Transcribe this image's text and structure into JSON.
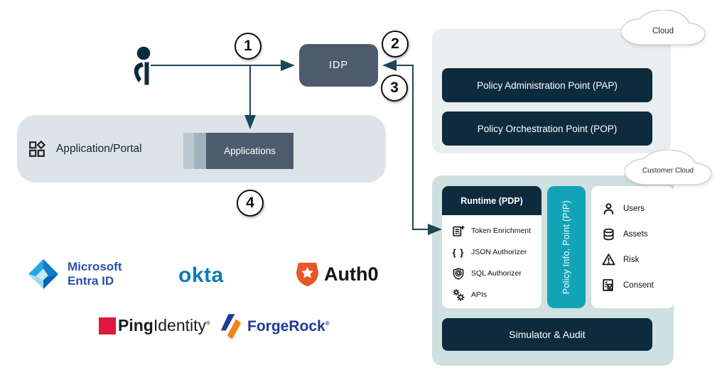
{
  "colors": {
    "navy_box": "#0e2b3d",
    "slate_box": "#4e5b6d",
    "pip_teal": "#12a4b6",
    "cloud_panel_bg": "#e9eef1",
    "customer_panel_bg": "#cfe0e0",
    "app_panel_bg": "#dde4e9",
    "arrow": "#1d4557",
    "okta_blue": "#0e7ab8",
    "entra_blue": "#2a4fae",
    "auth0_orange": "#e8562a",
    "ping_red": "#e0173f",
    "forgerock_navy": "#1e3a94"
  },
  "actor": {
    "icon": "person-icon"
  },
  "idp": {
    "label": "IDP"
  },
  "steps": {
    "s1": "1",
    "s2": "2",
    "s3": "3",
    "s4": "4"
  },
  "application_portal": {
    "icon": "app-grid-icon",
    "label": "Application/Portal",
    "applications_label": "Applications"
  },
  "cloud_zone": {
    "cloud_label": "Cloud",
    "pap_label": "Policy Administration Point (PAP)",
    "pop_label": "Policy Orchestration Point (POP)"
  },
  "customer_zone": {
    "cloud_label": "Customer Cloud",
    "runtime": {
      "title": "Runtime (PDP)",
      "items": [
        {
          "icon": "token-enrichment-icon",
          "label": "Token Enrichment"
        },
        {
          "icon": "json-braces-icon",
          "label": "JSON Authorizer"
        },
        {
          "icon": "sql-shield-icon",
          "label": "SQL Authorizer"
        },
        {
          "icon": "gears-icon",
          "label": "APIs"
        }
      ]
    },
    "pip_label": "Policy Info. Point (PIP)",
    "sources": [
      {
        "icon": "user-icon",
        "label": "Users"
      },
      {
        "icon": "database-icon",
        "label": "Assets"
      },
      {
        "icon": "warning-triangle-icon",
        "label": "Risk"
      },
      {
        "icon": "consent-doc-icon",
        "label": "Consent"
      }
    ],
    "simulator_label": "Simulator & Audit"
  },
  "vendors": {
    "microsoft": {
      "line1": "Microsoft",
      "line2": "Entra ID"
    },
    "okta": {
      "label": "okta"
    },
    "auth0": {
      "label": "Auth0"
    },
    "ping": {
      "bold": "Ping",
      "regular": "Identity",
      "reg_mark": "®"
    },
    "forgerock": {
      "label": "ForgeRock",
      "reg_mark": "®"
    }
  }
}
